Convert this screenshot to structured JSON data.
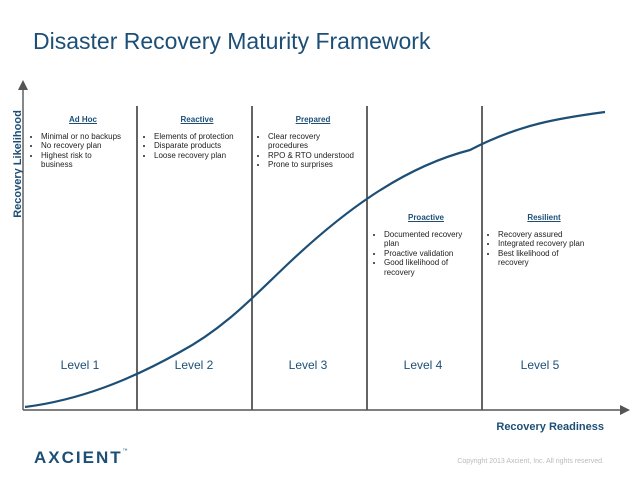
{
  "title": "Disaster Recovery Maturity Framework",
  "y_axis_label": "Recovery Likelihood",
  "x_axis_label": "Recovery Readiness",
  "stages": [
    {
      "heading": "Ad Hoc",
      "bullets": [
        "Minimal or no backups",
        "No recovery plan",
        "Highest risk to business"
      ],
      "level": "Level 1"
    },
    {
      "heading": "Reactive",
      "bullets": [
        "Elements of protection",
        "Disparate products",
        "Loose recovery plan"
      ],
      "level": "Level 2"
    },
    {
      "heading": "Prepared",
      "bullets": [
        "Clear recovery procedures",
        "RPO & RTO understood",
        "Prone to surprises"
      ],
      "level": "Level 3"
    },
    {
      "heading": "Proactive",
      "bullets": [
        "Documented recovery plan",
        "Proactive validation",
        "Good likelihood of recovery"
      ],
      "level": "Level 4"
    },
    {
      "heading": "Resilient",
      "bullets": [
        "Recovery assured",
        "Integrated recovery plan",
        "Best likelihood of recovery"
      ],
      "level": "Level 5"
    }
  ],
  "logo": "AXCIENT",
  "logo_tm": "™",
  "copyright": "Copyright 2013 Axcient, Inc. All rights reserved.",
  "colors": {
    "primary": "#1d4f76",
    "divider": "#111111",
    "axis": "#555555"
  }
}
